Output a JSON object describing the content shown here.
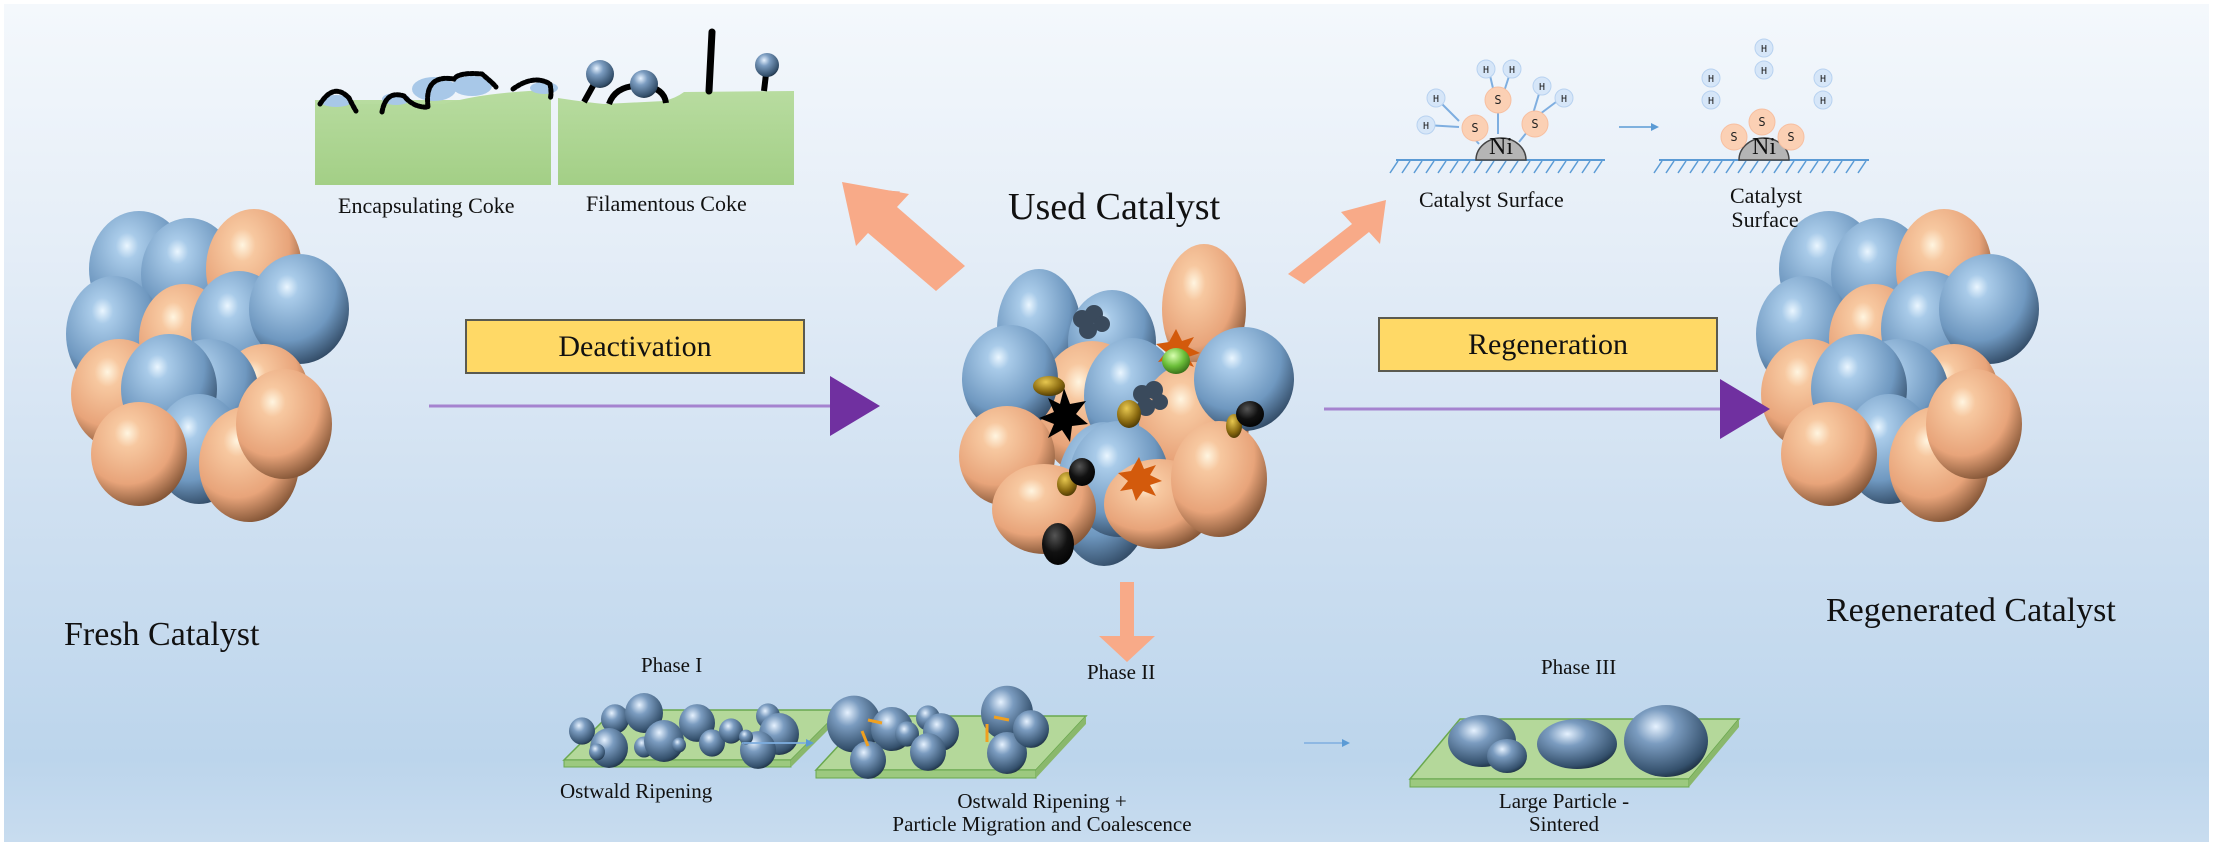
{
  "labels": {
    "fresh_catalyst": "Fresh Catalyst",
    "used_catalyst": "Used Catalyst",
    "regenerated_catalyst": "Regenerated Catalyst",
    "deactivation": "Deactivation",
    "regeneration": "Regeneration",
    "encapsulating_coke": "Encapsulating Coke",
    "filamentous_coke": "Filamentous Coke",
    "catalyst_surface_1": "Catalyst Surface",
    "catalyst_surface_2_line1": "Catalyst",
    "catalyst_surface_2_line2": "Surface",
    "phase_1": "Phase I",
    "phase_2": "Phase II",
    "phase_3": "Phase III",
    "phase_1_caption": "Ostwald Ripening",
    "phase_2_caption_line1": "Ostwald Ripening +",
    "phase_2_caption_line2": "Particle Migration and Coalescence",
    "phase_3_caption_line1": "Large Particle -",
    "phase_3_caption_line2": "Sintered"
  },
  "atoms": {
    "nickel": "Ni",
    "sulfur": "S",
    "hydrogen": "H"
  },
  "colors": {
    "blue_sphere": "#7aa3cc",
    "orange_sphere": "#f0b48a",
    "label_box": "#ffd966",
    "process_arrow": "#7030a0",
    "branch_arrow": "#f8a888",
    "support_green": "#a9d18e",
    "sulfur": "#fbd0b4",
    "hydrogen": "#d6e6f8",
    "nickel": "#b5b5b5"
  }
}
